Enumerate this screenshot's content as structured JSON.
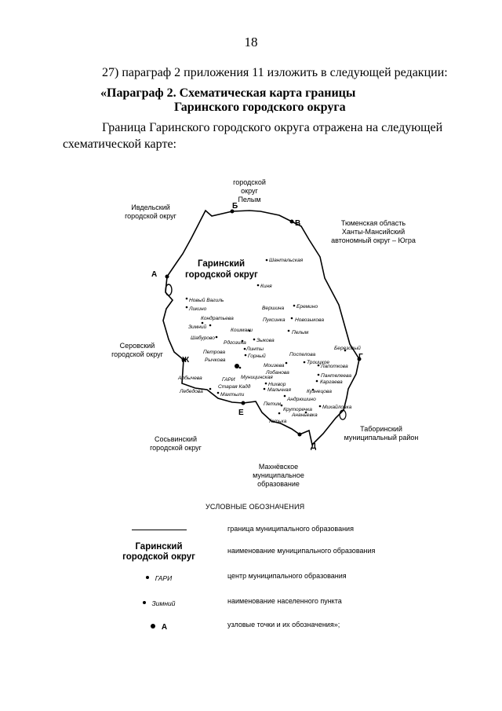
{
  "page_number": "18",
  "intro": "27) параграф 2 приложения 11 изложить в следующей редакции:",
  "paragraph_title": {
    "line1": "«Параграф 2. Схематическая карта границы",
    "line2": "Гаринского городского округа"
  },
  "description": "Граница Гаринского городского округа отражена на следующей схематической карте:",
  "map": {
    "district_name": {
      "line1": "Гаринский",
      "line2": "городской округ"
    },
    "neighbors": {
      "pelym": [
        "городской",
        "округ",
        "Пелым"
      ],
      "ivdel": [
        "Ивдельский",
        "городской округ"
      ],
      "tyumen": [
        "Тюменская область",
        "Ханты-Мансийский",
        "автономный округ – Югра"
      ],
      "serov": [
        "Серовский",
        "городской округ"
      ],
      "tabory": [
        "Таборинский",
        "муниципальный район"
      ],
      "sosva": [
        "Сосьвинский",
        "городской округ"
      ],
      "makhnevo": [
        "Махнёвское",
        "муниципальное",
        "образование"
      ]
    },
    "nodes": [
      "А",
      "Б",
      "В",
      "Г",
      "Д",
      "Е",
      "Ж"
    ],
    "center": "ГАРИ",
    "settlements": [
      "Шантальская",
      "Киня",
      "Новый Вагиль",
      "Ликино",
      "Вершина",
      "Еремино",
      "Пуксинка",
      "Новозыкова",
      "Кондратьева",
      "Кошмаки",
      "Зимний",
      "Пелым",
      "Шабурово",
      "Рдгозина",
      "Зыкова",
      "Петрова",
      "Линты",
      "Березовый",
      "Рычкова",
      "Горный",
      "Поспелова",
      "Троицкое",
      "Моизева",
      "Лапоткова",
      "Лобанова",
      "Пантелеева",
      "Албычева",
      "Муницинская",
      "Каргаева",
      "Нихвор",
      "Кузнецова",
      "Лебедова",
      "Старая Кадд",
      "Мальчная",
      "Андрюшино",
      "Махтыли",
      "Петим",
      "Михайловка",
      "Круторечка",
      "Ананьевка",
      "Татька"
    ]
  },
  "legend": {
    "title": "УСЛОВНЫЕ ОБОЗНАЧЕНИЯ",
    "boundary_desc": "граница муниципального образования",
    "name_symbol": {
      "line1": "Гаринский",
      "line2": "городской округ"
    },
    "name_desc": "наименование муниципального образования",
    "center_symbol": "ГАРИ",
    "center_desc": "центр муниципального образования",
    "settlement_symbol": "Зимний",
    "settlement_desc": "наименование населенного пункта",
    "node_symbol": "А",
    "node_desc": "узловые точки и их обозначения»;"
  }
}
